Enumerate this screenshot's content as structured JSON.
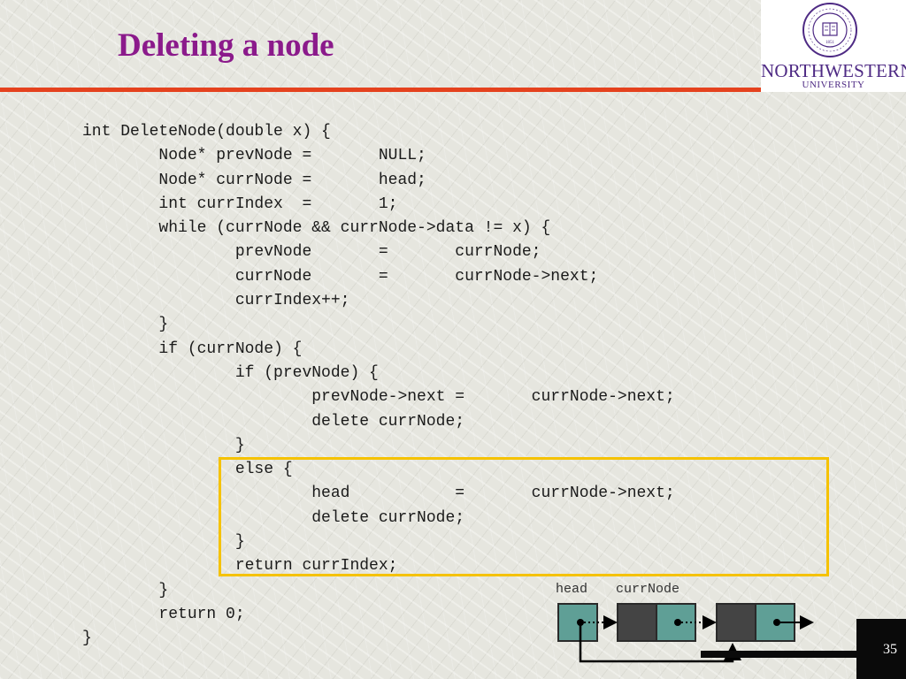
{
  "slide": {
    "title": "Deleting a node",
    "page_number": "35"
  },
  "logo": {
    "name": "NORTHWESTERN",
    "subtitle": "UNIVERSITY",
    "seal_text": "NORTHWESTERN UNIVERSITY 1851"
  },
  "code_lines": [
    "int DeleteNode(double x) {",
    "        Node* prevNode =       NULL;",
    "        Node* currNode =       head;",
    "        int currIndex  =       1;",
    "        while (currNode && currNode->data != x) {",
    "                prevNode       =       currNode;",
    "                currNode       =       currNode->next;",
    "                currIndex++;",
    "        }",
    "        if (currNode) {",
    "                if (prevNode) {",
    "                        prevNode->next =       currNode->next;",
    "                        delete currNode;",
    "                }",
    "                else {",
    "                        head           =       currNode->next;",
    "                        delete currNode;",
    "                }",
    "                return currIndex;",
    "        }",
    "        return 0;",
    "}"
  ],
  "diagram": {
    "head_label": "head",
    "currnode_label": "currNode",
    "node_color": "#5f9f96",
    "dark_color": "#444444"
  },
  "colors": {
    "title": "#8b1a8b",
    "rule": "#e5421e",
    "highlight": "#f5c200"
  }
}
